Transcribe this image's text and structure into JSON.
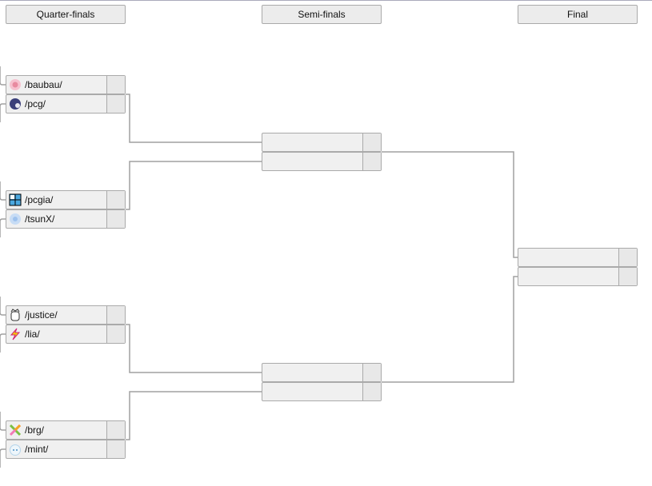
{
  "rounds": [
    "Quarter-finals",
    "Semi-finals",
    "Final"
  ],
  "quarterfinals": [
    {
      "top": {
        "name": "/baubau/",
        "icon": "pig-icon",
        "score": ""
      },
      "bottom": {
        "name": "/pcg/",
        "icon": "pcg-icon",
        "score": ""
      }
    },
    {
      "top": {
        "name": "/pcgia/",
        "icon": "shield-icon",
        "score": ""
      },
      "bottom": {
        "name": "/tsunX/",
        "icon": "tsunx-icon",
        "score": ""
      }
    },
    {
      "top": {
        "name": "/justice/",
        "icon": "justice-icon",
        "score": ""
      },
      "bottom": {
        "name": "/lia/",
        "icon": "lightning-icon",
        "score": ""
      }
    },
    {
      "top": {
        "name": "/brg/",
        "icon": "star-icon",
        "score": ""
      },
      "bottom": {
        "name": "/mint/",
        "icon": "mint-icon",
        "score": ""
      }
    }
  ]
}
